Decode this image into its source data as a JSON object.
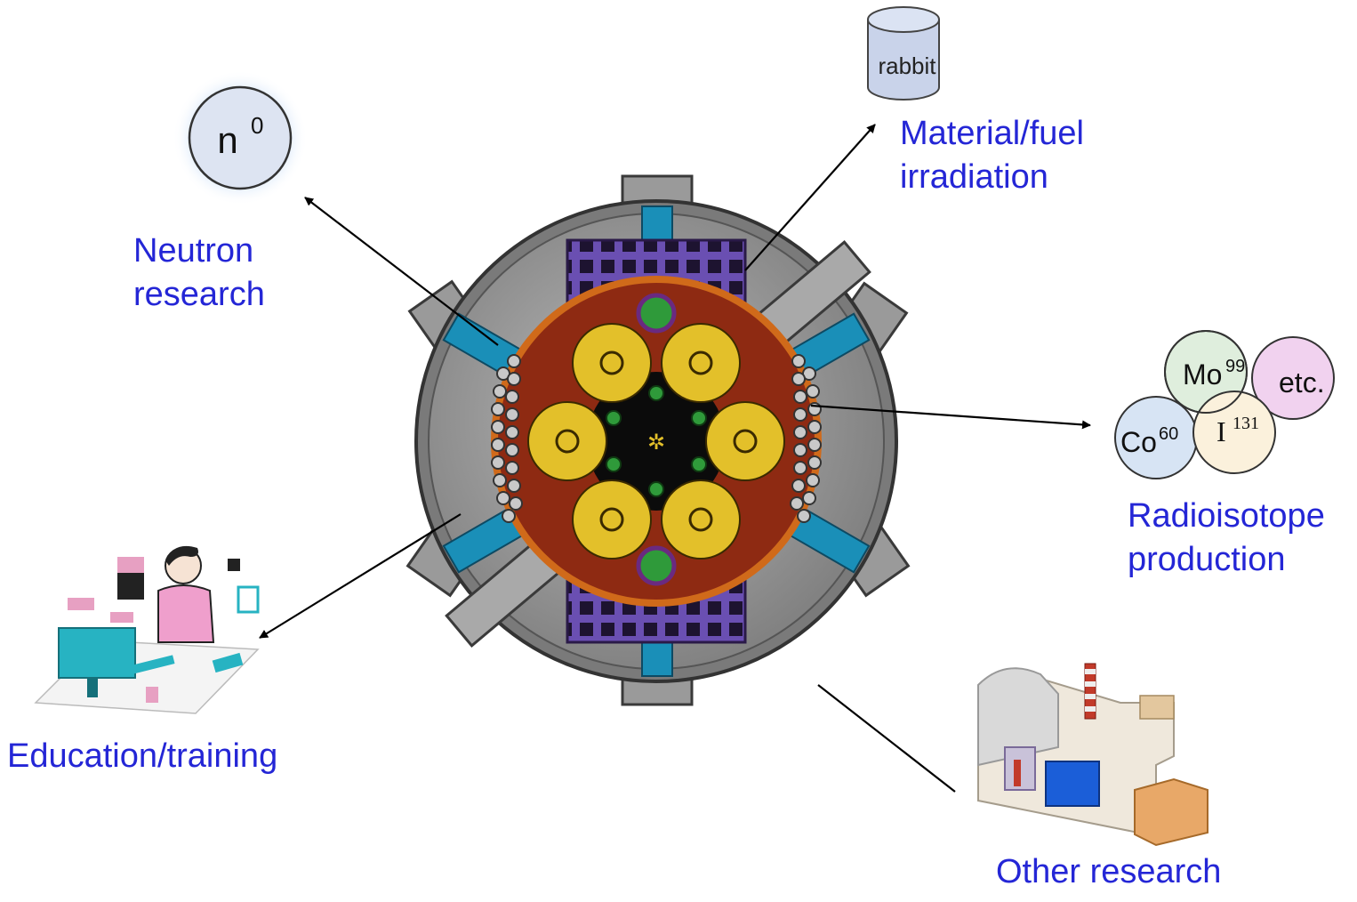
{
  "neutron": {
    "symbol": "n",
    "superscript": "0",
    "label_line1": "Neutron",
    "label_line2": "research"
  },
  "material": {
    "container_text": "rabbit",
    "label_line1": "Material/fuel",
    "label_line2": "irradiation"
  },
  "radioisotope": {
    "isotopes": {
      "mo": {
        "element": "Mo",
        "mass": "99"
      },
      "etc": {
        "text": "etc."
      },
      "co": {
        "element": "Co",
        "mass": "60"
      },
      "i": {
        "element": "I",
        "mass": "131"
      }
    },
    "label_line1": "Radioisotope",
    "label_line2": "production"
  },
  "education": {
    "label": "Education/training"
  },
  "other": {
    "label": "Other research"
  },
  "colors": {
    "label_blue": "#2426d6",
    "reactor_grey": "#8e8e8e",
    "beam_tube_blue": "#1a8fb8",
    "fuel_yellow": "#e3c02a",
    "reflector_red": "#8e2a12",
    "grid_purple": "#6a4fb2",
    "control_green": "#2f9a3a",
    "neutron_glow": "#b9d4f5"
  }
}
